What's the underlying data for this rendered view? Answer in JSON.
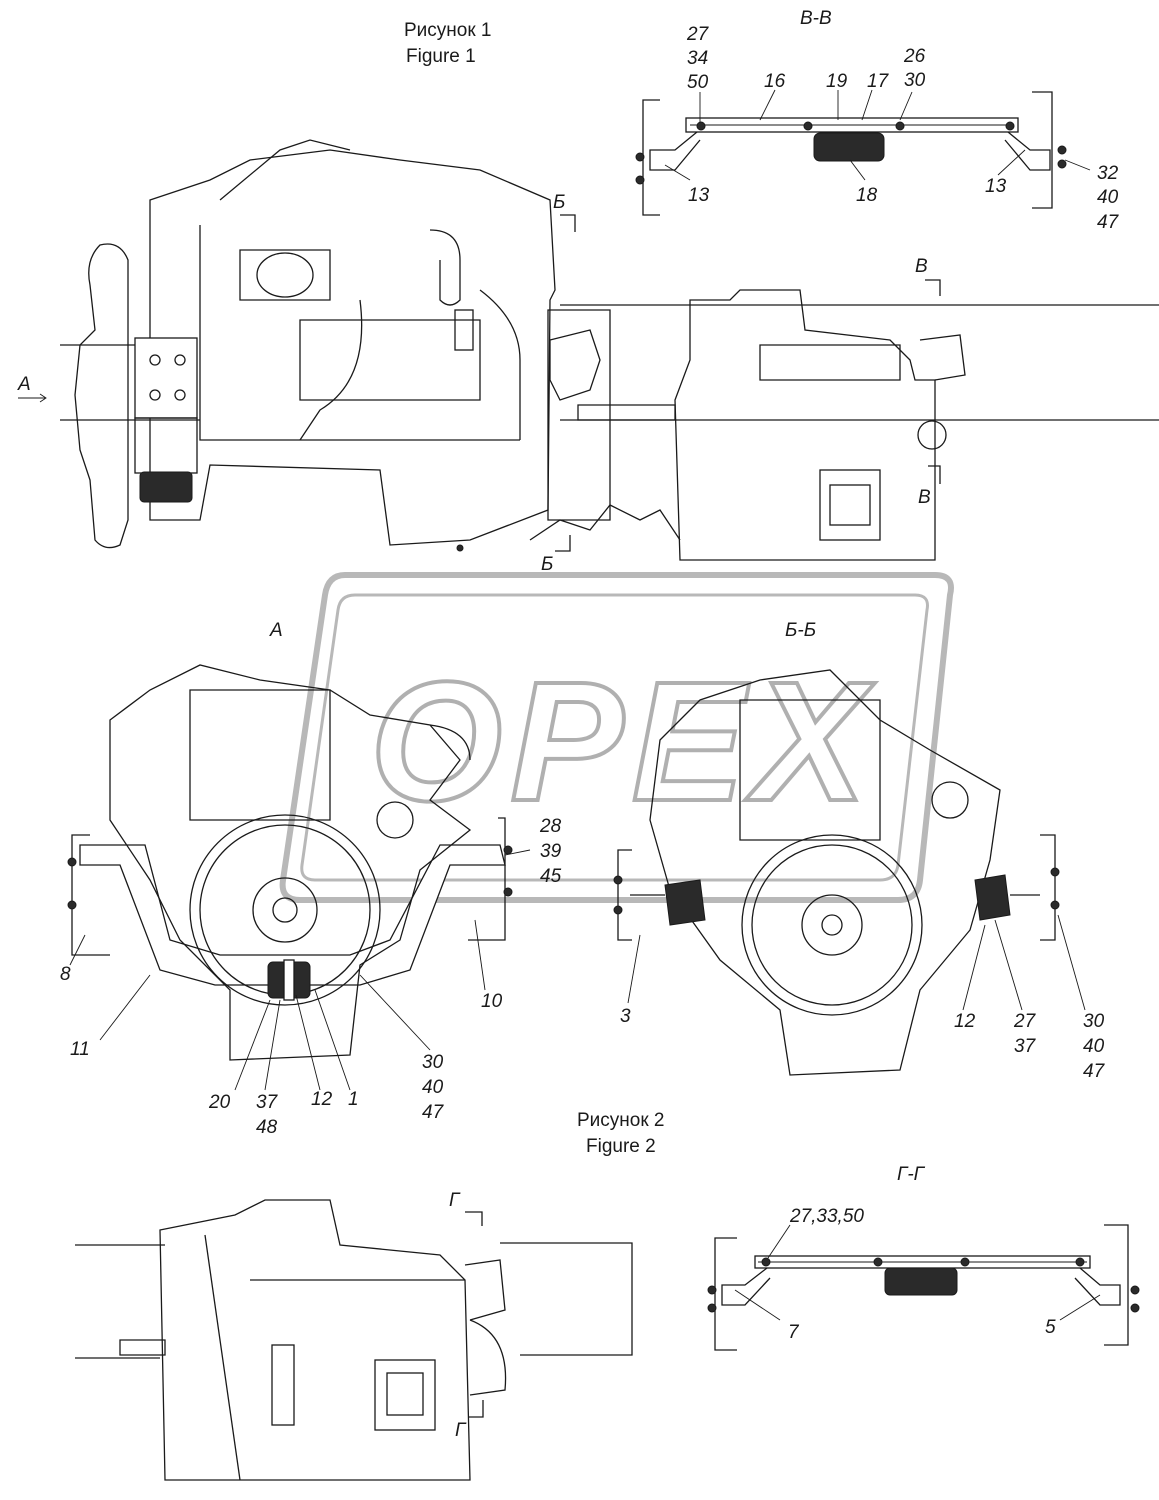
{
  "figure1": {
    "caption_ru": "Рисунок 1",
    "caption_en": "Figure 1"
  },
  "figure2": {
    "caption_ru": "Рисунок 2",
    "caption_en": "Figure 2"
  },
  "watermark": "OPEX",
  "views": {
    "vv": {
      "title": "В-В"
    },
    "a": {
      "title": "А"
    },
    "bb": {
      "title": "Б-Б"
    },
    "gg": {
      "title": "Г-Г"
    }
  },
  "section_marks": {
    "a_arrow": "А",
    "b_top": "Б",
    "b_bottom": "Б",
    "v_top": "В",
    "v_bottom": "В",
    "g_top": "Г",
    "g_bottom": "Г"
  },
  "callouts_vv": {
    "c27_34_50": [
      "27",
      "34",
      "50"
    ],
    "c16": "16",
    "c19": "19",
    "c17": "17",
    "c26_30": [
      "26",
      "30"
    ],
    "c13_left": "13",
    "c18": "18",
    "c13_right": "13",
    "c32_40_47": [
      "32",
      "40",
      "47"
    ]
  },
  "callouts_a": {
    "c28_39_45": [
      "28",
      "39",
      "45"
    ],
    "c8": "8",
    "c10": "10",
    "c11": "11",
    "c30_40_47": [
      "30",
      "40",
      "47"
    ],
    "c20": "20",
    "c37_48": [
      "37",
      "48"
    ],
    "c12": "12",
    "c1": "1"
  },
  "callouts_bb": {
    "c3": "3",
    "c12": "12",
    "c27_37": [
      "27",
      "37"
    ],
    "c30_40_47": [
      "30",
      "40",
      "47"
    ]
  },
  "callouts_gg": {
    "c27_33_50": "27,33,50",
    "c7": "7",
    "c5": "5"
  },
  "colors": {
    "ink": "#1a1a1a",
    "paper": "#ffffff",
    "watermark": "#b8b8b8"
  }
}
